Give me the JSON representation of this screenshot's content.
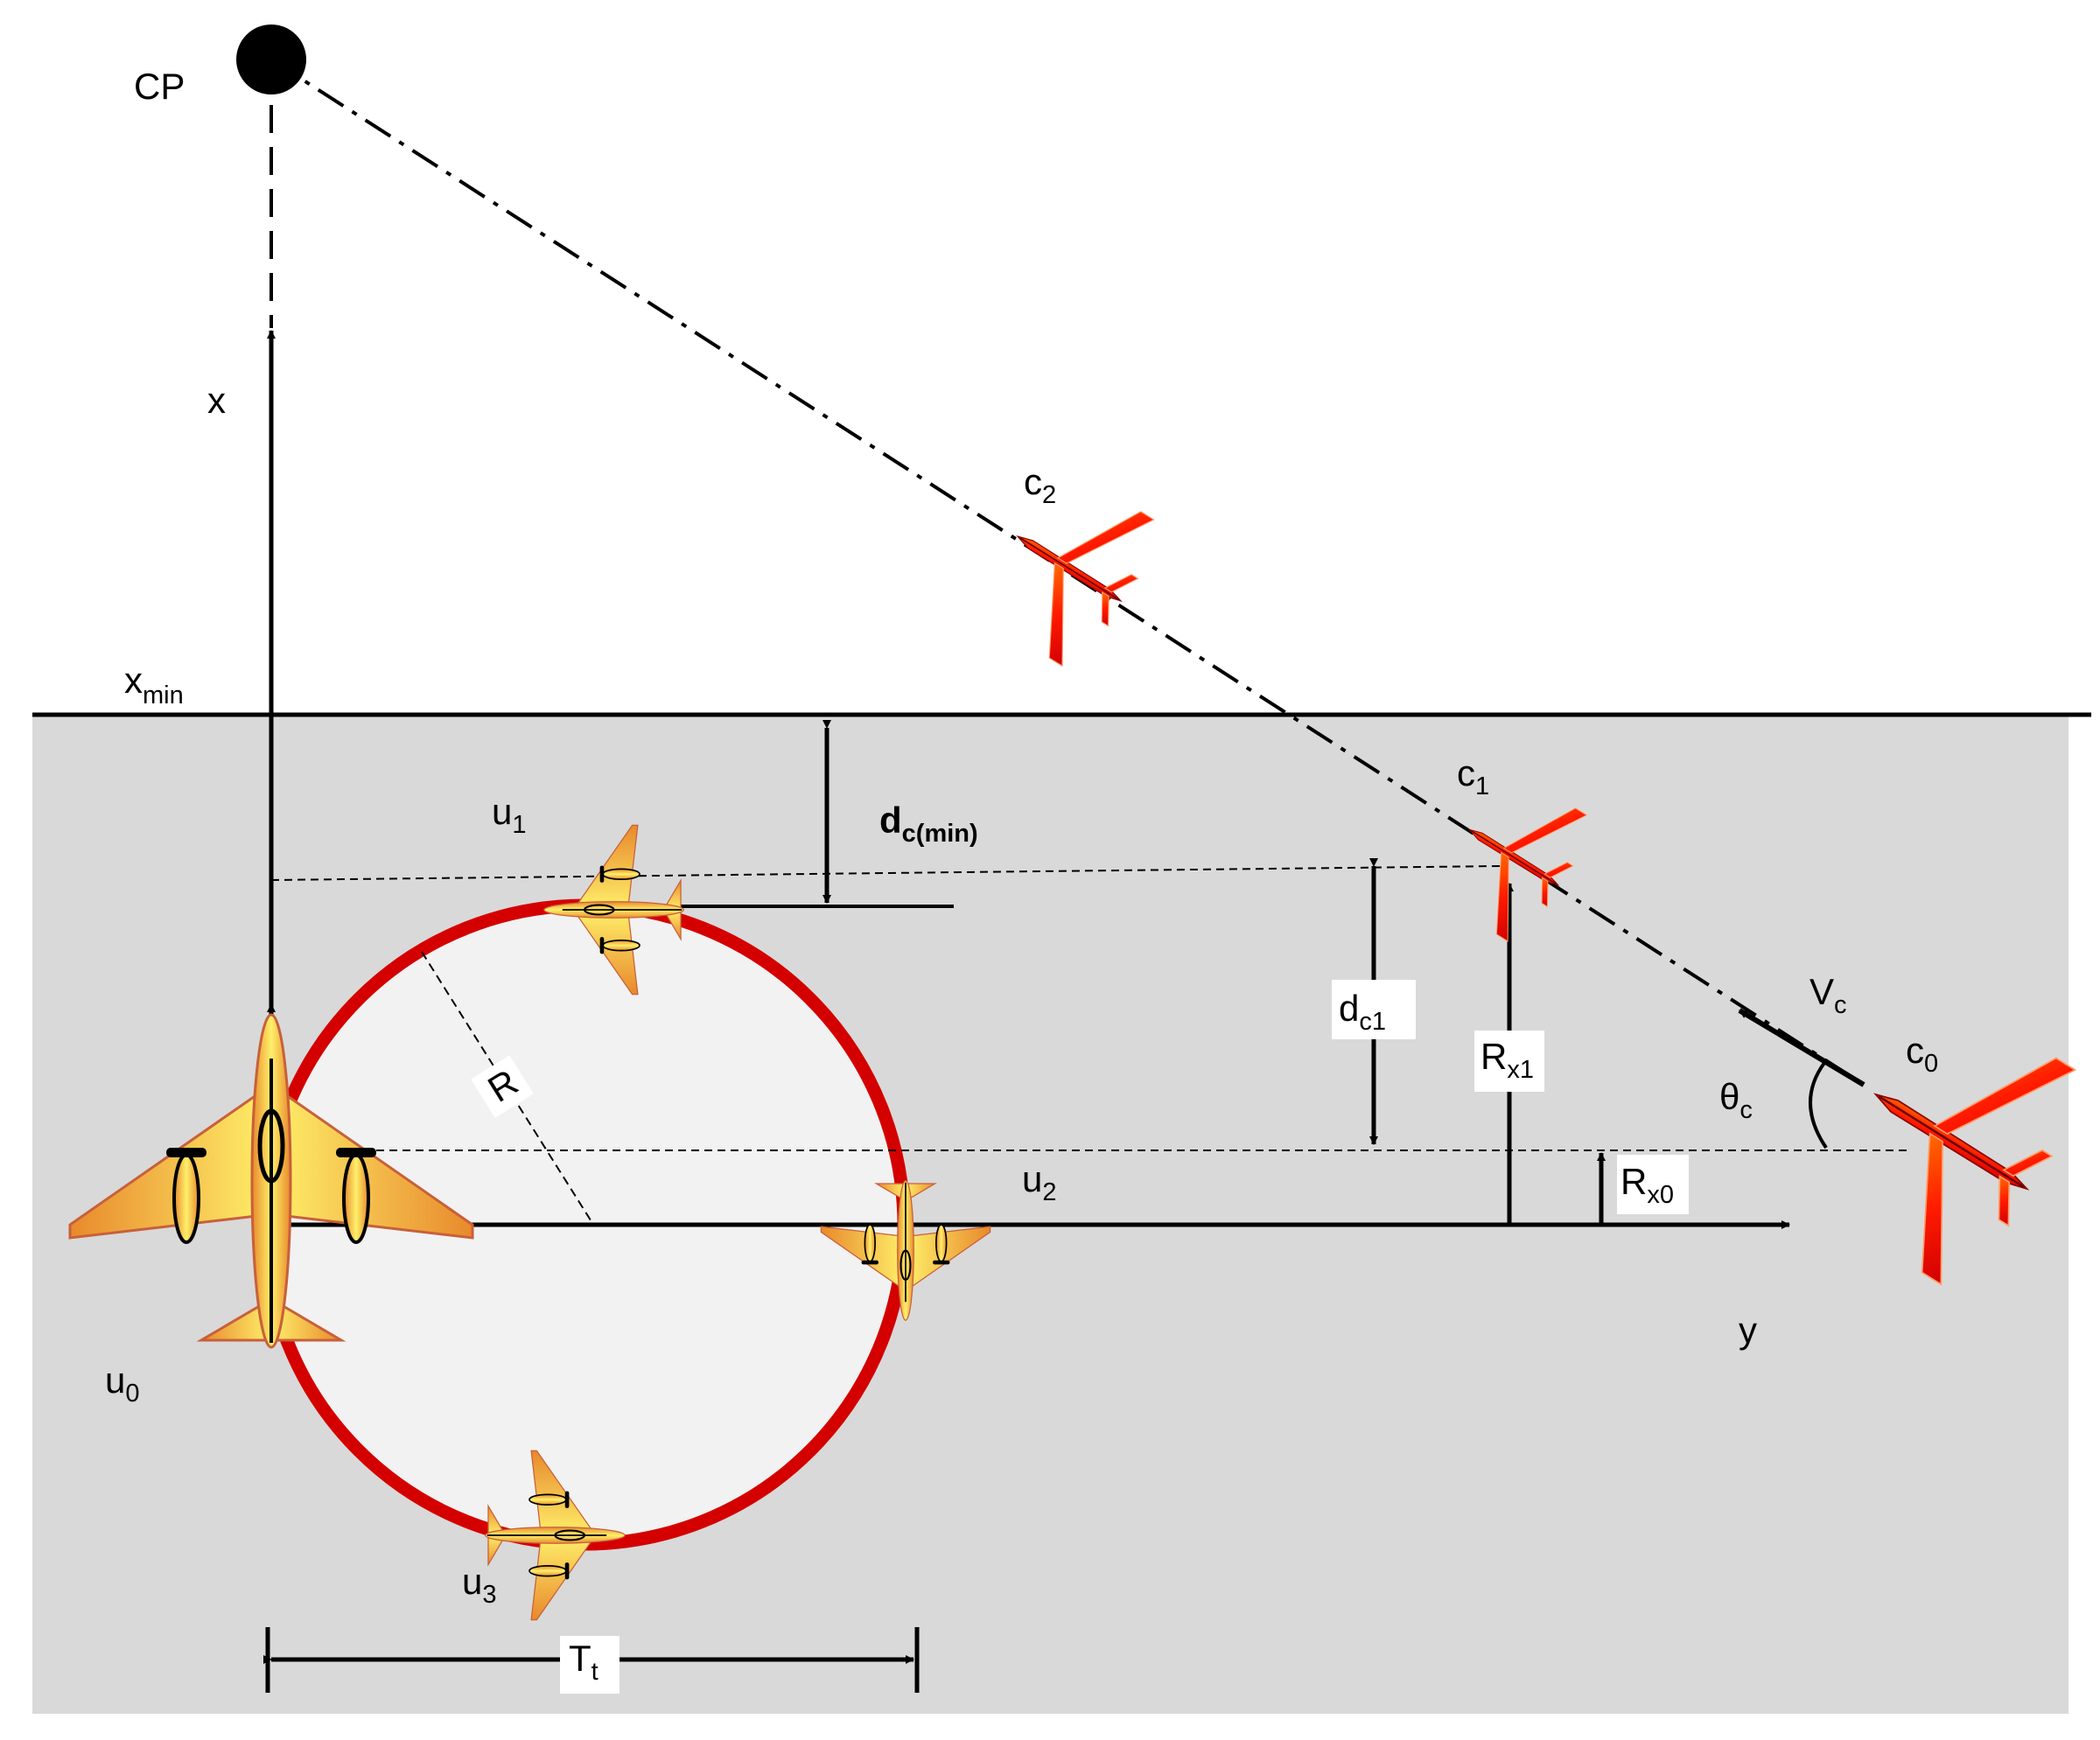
{
  "labels": {
    "cp": "CP",
    "x_axis": "x",
    "y_axis": "y",
    "x_min_main": "x",
    "x_min_sub": "min",
    "c2_main": "c",
    "c2_sub": "2",
    "c1_main": "c",
    "c1_sub": "1",
    "c0_main": "c",
    "c0_sub": "0",
    "u0_main": "u",
    "u0_sub": "0",
    "u1_main": "u",
    "u1_sub": "1",
    "u2_main": "u",
    "u2_sub": "2",
    "u3_main": "u",
    "u3_sub": "3",
    "dcmin_main": "d",
    "dcmin_sub": "c(min)",
    "dc1_main": "d",
    "dc1_sub": "c1",
    "rx1_main": "R",
    "rx1_sub": "x1",
    "rx0_main": "R",
    "rx0_sub": "x0",
    "vc_main": "V",
    "vc_sub": "c",
    "theta_main": "θ",
    "theta_sub": "c",
    "radius": "R",
    "tt_main": "T",
    "tt_sub": "t"
  },
  "colors": {
    "zone_fill": "#d9d9d9",
    "circle_fill": "#f2f2f2",
    "circle_stroke": "#d40000",
    "intruder": "#ff2a00",
    "uav_body": "#f7c12a",
    "uav_edge": "#c8603a"
  }
}
